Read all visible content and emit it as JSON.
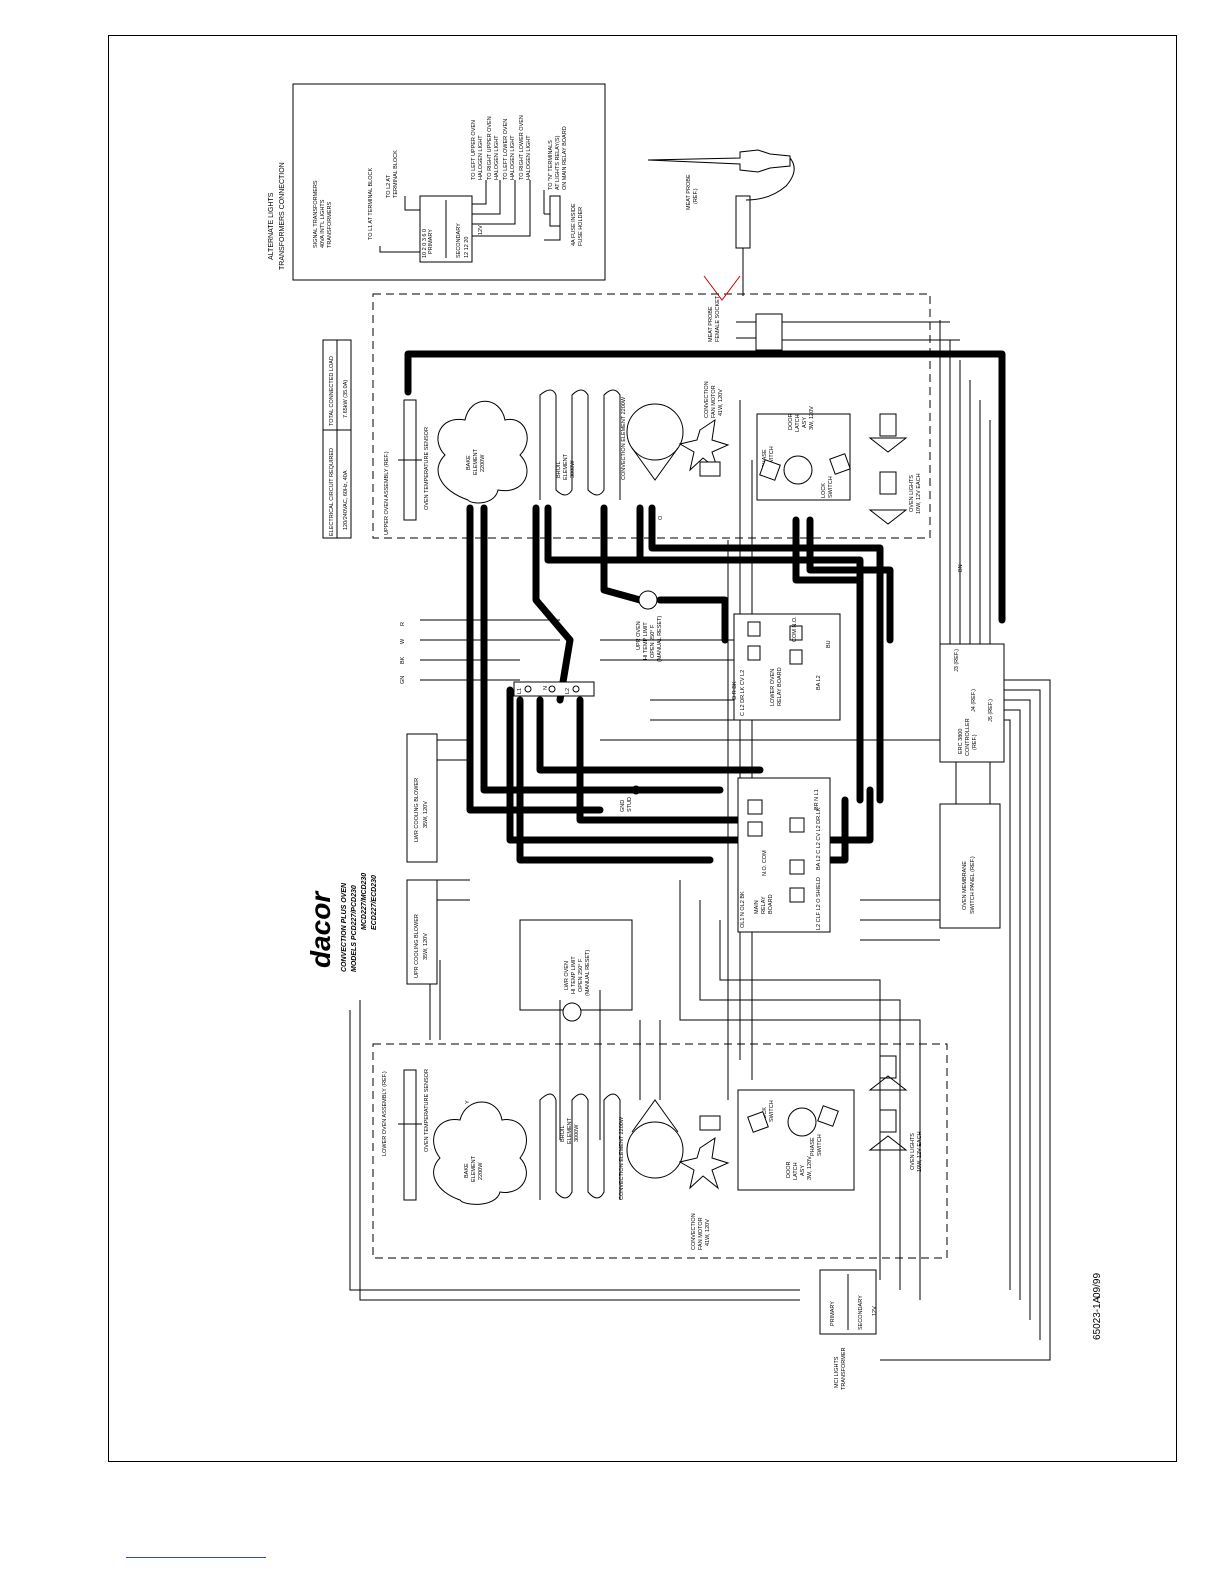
{
  "brand": {
    "logo": "dacor",
    "product_line": "CONVECTION PLUS OVEN",
    "model_lines": [
      "MODELS PCD227/PCD230",
      "MCD227/MCD230",
      "ECD227/ECD230"
    ]
  },
  "alternate_lights": {
    "title_line1": "ALTERNATE LIGHTS",
    "title_line2": "TRANSFORMERS CONNECTION",
    "signal_note": [
      "SIGNAL TRANSFORMERS",
      "40VA INT'L LIGHTS",
      "TRANSFORMERS"
    ],
    "to_l1": "TO L1 AT TERMINAL BLOCK",
    "to_l2": [
      "TO L2 AT",
      "TERMINAL BLOCK"
    ],
    "primary": "PRIMARY",
    "secondary": "SECONDARY",
    "volt": "12V",
    "taps_primary": "10 2 0 3 6 0",
    "taps_secondary": "12 12 20",
    "light_feeds": [
      [
        "TO LEFT UPPER OVEN",
        "HALOGEN LIGHT"
      ],
      [
        "TO RIGHT UPPER OVEN",
        "HALOGEN LIGHT"
      ],
      [
        "TO LEFT LOWER OVEN",
        "HALOGEN LIGHT"
      ],
      [
        "TO RIGHT LOWER OVEN",
        "HALOGEN LIGHT"
      ],
      [
        "TO \"N\" TERMINALS",
        "AT LIGHTS RELAY(S)",
        "ON MAIN RELAY BOARD"
      ]
    ],
    "fuse": [
      "4A FUSE INSIDE",
      "FUSE HOLDER"
    ]
  },
  "electrical_table": {
    "headers": [
      "ELECTRICAL CIRCUIT REQUIRED",
      "TOTAL CONNECTED LOAD"
    ],
    "values": [
      "120/240VAC, 60Hz, 40A",
      "7.65kW (35.0A)"
    ]
  },
  "upper_oven": {
    "assembly": "UPPER OVEN ASSEMBLY (REF.)",
    "sensor": "OVEN TEMPERATURE SENSOR",
    "bake": [
      "BAKE",
      "ELEMENT",
      "2200W"
    ],
    "broil": [
      "BROIL",
      "ELEMENT",
      "3000W"
    ],
    "convection_element": "CONVECTION ELEMENT 2200W",
    "fan_motor": [
      "CONVECTION",
      "FAN MOTOR",
      "41W, 120V"
    ],
    "door_latch": [
      "DOOR",
      "LATCH",
      "ASY",
      "3W, 120V"
    ],
    "phase_switch": [
      "PHASE",
      "SWITCH"
    ],
    "lock_switch": [
      "LOCK",
      "SWITCH"
    ],
    "lights": [
      "OVEN LIGHTS",
      "10W, 12V EACH"
    ]
  },
  "meat_probe": {
    "probe": [
      "MEAT PROBE",
      "(REF.)"
    ],
    "socket": [
      "MEAT PROBE",
      "FEMALE SOCKET"
    ]
  },
  "upper_hi_limit": [
    "UPR OVEN",
    "HI TEMP LIMIT",
    "OPEN 250° F",
    "(MANUAL RESET)"
  ],
  "lower_hi_limit": [
    "LWR OVEN",
    "HI TEMP LIMIT",
    "OPEN 250° F",
    "(MANUAL RESET)"
  ],
  "lower_relay_board": {
    "name": [
      "LOWER OVEN",
      "RELAY BOARD"
    ],
    "pins_top": "C L2 DR.LK CV L2",
    "pins_mid": "O R BK",
    "pins_right": "COM N.O.",
    "pins_bottom": "BA L2"
  },
  "main_relay_board": {
    "name": [
      "MAIN",
      "RELAY",
      "BOARD"
    ],
    "pins_top": "BR N L1",
    "pins_mid": "BA L2 C L2 CV L2 DR.LK",
    "pins_right": "N.O. COM",
    "pins_left": "OL1 N OL2 BK",
    "pins_bottom": "L2 CLF L2 O SHIELD"
  },
  "blowers": {
    "lower": [
      "LWR COOLING BLOWER",
      "35W, 120V"
    ],
    "upper": [
      "UPR COOLING BLOWER",
      "35W, 120V"
    ]
  },
  "gnd_stud": [
    "GND",
    "STUD"
  ],
  "terminal_block": [
    "L1",
    "N",
    "L2"
  ],
  "controller": {
    "name": [
      "ERC 3800",
      "CONTROLLER",
      "(REF.)"
    ],
    "j3": "J3 (REF.)",
    "j4": "J4 (REF.)",
    "j5": "J5 (REF.)"
  },
  "membrane": [
    "OVEN MEMBRANE",
    "SWITCH PANEL (REF.)"
  ],
  "lower_oven": {
    "assembly": "LOWER OVEN ASSEMBLY (REF.)",
    "sensor": "OVEN TEMPERATURE SENSOR",
    "bake": [
      "BAKE",
      "ELEMENT",
      "2200W"
    ],
    "broil": [
      "BROIL",
      "ELEMENT",
      "3000W"
    ],
    "convection_element": "CONVECTION ELEMENT 2200W",
    "fan_motor": [
      "CONVECTION",
      "FAN MOTOR",
      "41W, 120V"
    ],
    "door_latch": [
      "DOOR",
      "LATCH",
      "ASY",
      "3W, 120V"
    ],
    "phase_switch": [
      "PHASE",
      "SWITCH"
    ],
    "lock_switch": [
      "LOCK",
      "SWITCH"
    ],
    "lights": [
      "OVEN LIGHTS",
      "10W, 12V EACH"
    ]
  },
  "mci_transformer": {
    "name": [
      "MCI LIGHTS",
      "TRANSFORMER"
    ],
    "primary": "PRIMARY",
    "secondary": "SECONDARY",
    "volt": "12V"
  },
  "wire_colors": {
    "black": "BK",
    "white": "W",
    "red": "R",
    "green": "GN",
    "yellow": "Y",
    "orange": "O",
    "blue": "BU",
    "brown": "BN"
  },
  "doc_id": "65023-1A",
  "doc_date": "09/99",
  "colors": {
    "ink": "#000000",
    "probe_wire": "#cc0000",
    "footer_rule": "#2b4fd1"
  }
}
